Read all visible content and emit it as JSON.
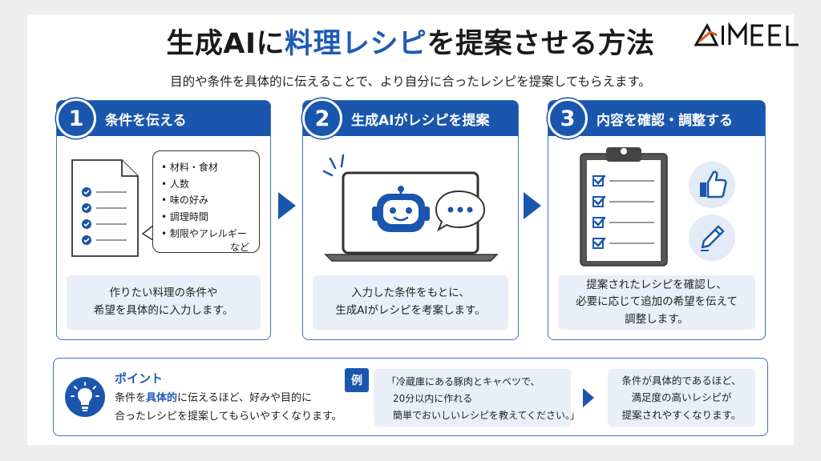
{
  "header": {
    "title_before": "生成AIに",
    "title_highlight": "料理レシピ",
    "title_after": "を提案させる方法",
    "subtitle": "目的や条件を具体的に伝えることで、より自分に合ったレシピを提案してもらえます。",
    "logo_text": "AIMEEL"
  },
  "steps": [
    {
      "number": "1",
      "title": "条件を伝える",
      "description_lines": [
        "作りたい料理の条件や",
        "希望を具体的に入力します。"
      ],
      "bubble_items": [
        "• 材料・食材",
        "• 人数",
        "• 味の好み",
        "• 調理時間",
        "• 制限やアレルギー"
      ],
      "bubble_more": "など"
    },
    {
      "number": "2",
      "title": "生成AIがレシピを提案",
      "description_lines": [
        "入力した条件をもとに、",
        "生成AIがレシピを考案します。"
      ]
    },
    {
      "number": "3",
      "title": "内容を確認・調整する",
      "description_lines": [
        "提案されたレシピを確認し、",
        "必要に応じて追加の希望を伝えて",
        "調整します。"
      ]
    }
  ],
  "point": {
    "title": "ポイント",
    "line1_before": "条件を",
    "line1_highlight": "具体的",
    "line1_after": "に伝えるほど、好みや目的に",
    "line2": "合ったレシピを提案してもらいやすくなります。",
    "example_tag": "例",
    "example_lines": [
      "「冷蔵庫にある豚肉とキャベツで、",
      "20分以内に作れる",
      "簡単でおいしいレシピを教えてください。」"
    ],
    "result_lines": [
      "条件が具体的であるほど、",
      "満足度の高いレシピが",
      "提案されやすくなります。"
    ]
  },
  "colors": {
    "primary": "#1a56ad",
    "accent": "#1f5bb5",
    "panel": "#e9eff8",
    "border": "#3a72c6"
  },
  "icons": [
    "checklist-document-icon",
    "speech-bubble-icon",
    "laptop-icon",
    "robot-icon",
    "chat-bubble-icon",
    "clipboard-checklist-icon",
    "thumbs-up-icon",
    "pencil-icon",
    "lightbulb-icon"
  ]
}
